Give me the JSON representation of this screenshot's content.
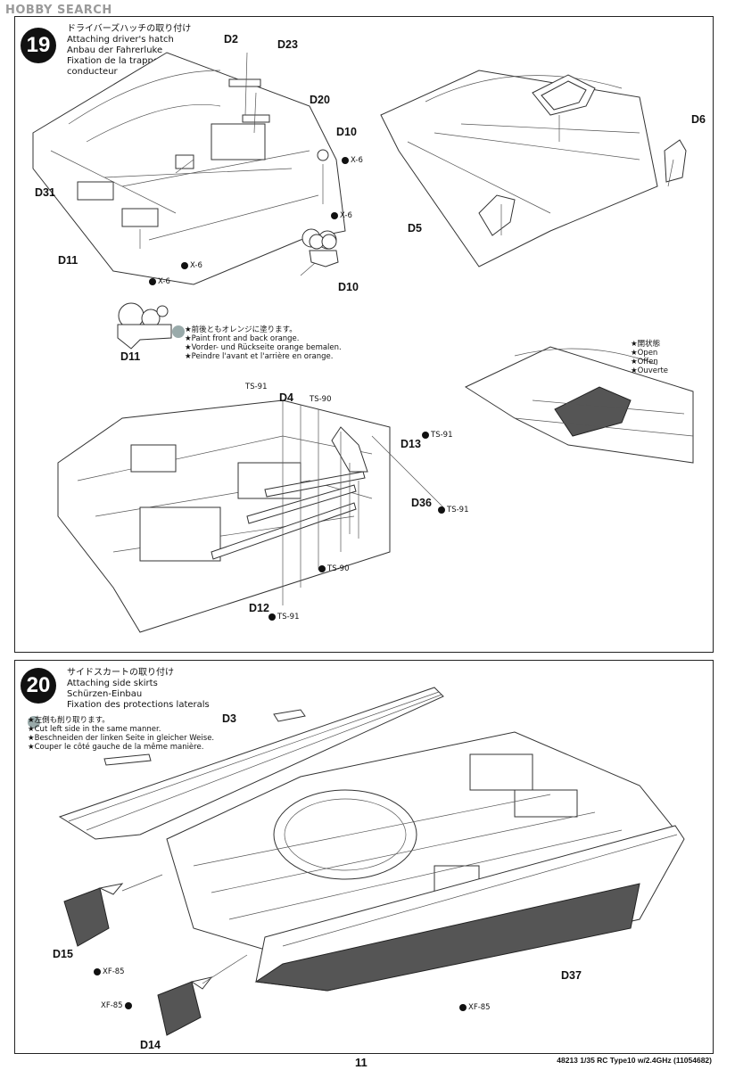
{
  "watermark": "HOBBY SEARCH",
  "step19": {
    "number": "19",
    "title": [
      "ドライバーズハッチの取り付け",
      "Attaching driver's hatch",
      "Anbau der Fahrerluke",
      "Fixation de la trappe du",
      "conducteur"
    ],
    "parts": {
      "d2": "D2",
      "d23": "D23",
      "d20": "D20",
      "d10a": "D10",
      "d31": "D31",
      "d11a": "D11",
      "d10b": "D10",
      "d11b": "D11",
      "d6": "D6",
      "d5": "D5",
      "d4": "D4",
      "d13": "D13",
      "d36": "D36",
      "d12": "D12"
    },
    "tags": {
      "x6a": "X-6",
      "x6b": "X-6",
      "x6c": "X-6",
      "x6d": "X-6",
      "ts91a": "TS-91",
      "ts90a": "TS-90",
      "ts91b": "TS-91",
      "ts91c": "TS-91",
      "ts90b": "TS-90",
      "ts91d": "TS-91"
    },
    "paint_note": [
      "★前後ともオレンジに塗ります。",
      "★Paint front and back orange.",
      "★Vorder- und Rückseite orange bemalen.",
      "★Peindre l'avant et l'arrière en orange."
    ],
    "open_note": [
      "★開状態",
      "★Open",
      "★Offen",
      "★Ouverte"
    ]
  },
  "step20": {
    "number": "20",
    "title": [
      "サイドスカートの取り付け",
      "Attaching side skirts",
      "Schürzen-Einbau",
      "Fixation des protections laterals"
    ],
    "note": [
      "★左側も削り取ります。",
      "★Cut left side in the same manner.",
      "★Beschneiden der linken Seite in gleicher Weise.",
      "★Couper le côté gauche de la même manière."
    ],
    "parts": {
      "d3": "D3",
      "d15": "D15",
      "d14": "D14",
      "d37": "D37"
    },
    "tags": {
      "xf85a": "XF-85",
      "xf85b": "XF-85",
      "xf85c": "XF-85"
    }
  },
  "footer": "48213 1/35 RC Type10 w/2.4GHz (11054682)",
  "page_number": "11",
  "colors": {
    "ink": "#111111",
    "grey_fill": "#555555"
  }
}
